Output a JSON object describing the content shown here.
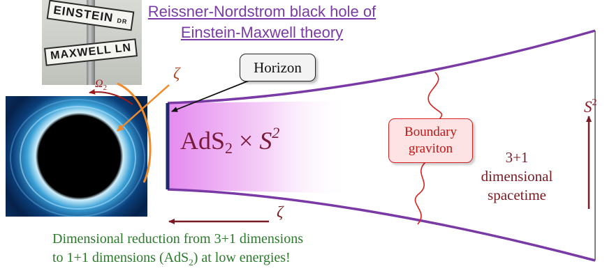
{
  "title": {
    "line1": "Reissner-Nordstrom black hole of",
    "line2": "Einstein-Maxwell theory"
  },
  "horizon_label": "Horizon",
  "boundary_graviton": {
    "line1": "Boundary",
    "line2": "graviton"
  },
  "ads_label": {
    "ads": "AdS",
    "sub": "2",
    "times": " × ",
    "s": "S",
    "sup": "2"
  },
  "spacetime_label": {
    "line1": "3+1",
    "line2": "dimensional",
    "line3": "spacetime"
  },
  "zeta_top": "ζ",
  "zeta_bottom": "ζ",
  "omega": {
    "symbol": "Ω",
    "sub": "2"
  },
  "s2_axis": {
    "symbol": "S",
    "sup": "2"
  },
  "signs": {
    "einstein": "EINSTEIN",
    "einstein_suffix": "DR",
    "maxwell": "MAXWELL LN"
  },
  "bottom_text": {
    "line1": "Dimensional reduction from 3+1 dimensions",
    "line2_a": "to 1+1 dimensions (AdS",
    "line2_sub": "2",
    "line2_b": ") at low energies!"
  },
  "colors": {
    "throat_outline": "#7a3aa6",
    "horizon_bar": "#1c2a6a",
    "gradient_start": "#e48aef",
    "arrow_dark_red": "#7a1a22",
    "orange": "#f08a2a",
    "graviton_red": "#d62020",
    "green_text": "#2a7a2a"
  }
}
